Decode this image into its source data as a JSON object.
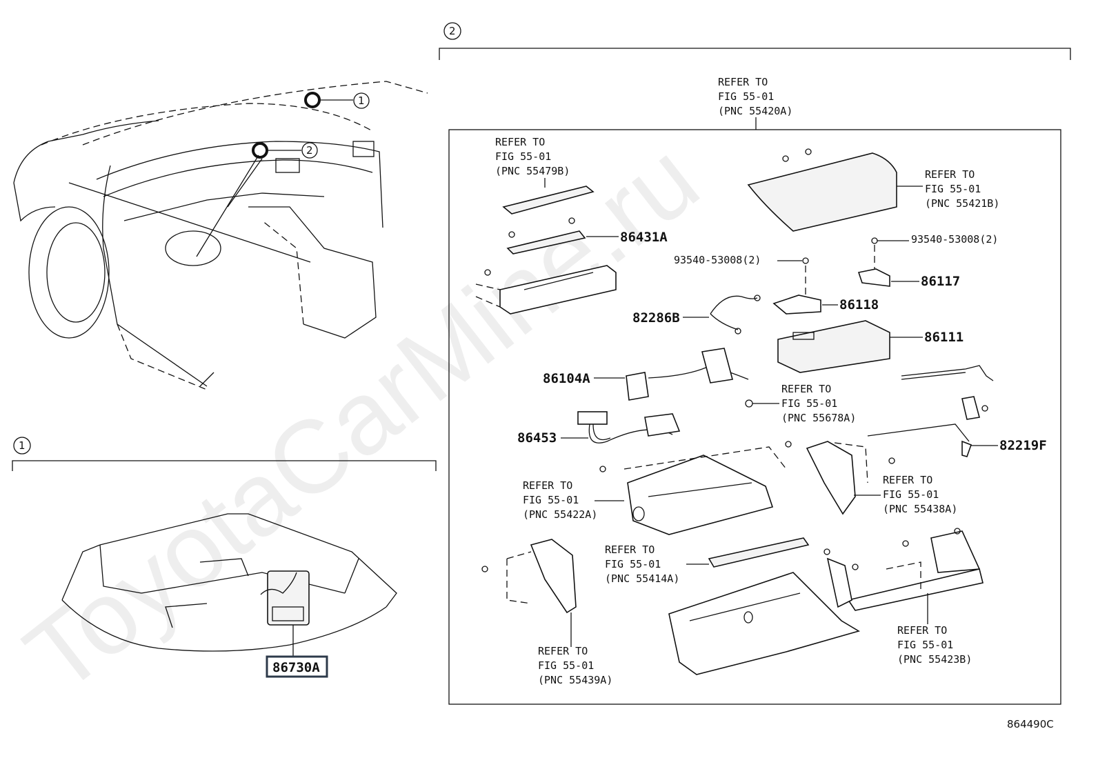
{
  "watermark": "ToyotaCarMine.ru",
  "figure_id": "864490C",
  "callouts": {
    "one": "1",
    "two": "2"
  },
  "section_headers": {
    "detail_one": "1",
    "detail_two": "2"
  },
  "parts": {
    "p86730A": "86730A",
    "p86431A": "86431A",
    "p86117": "86117",
    "p86118": "86118",
    "p82286B": "82286B",
    "p86111": "86111",
    "p86104A": "86104A",
    "p86453": "86453",
    "p82219F": "82219F",
    "screw_a": "93540-53008(2)",
    "screw_b": "93540-53008(2)"
  },
  "refs": [
    {
      "l1": "REFER TO",
      "l2": "FIG 55-01",
      "l3": "(PNC 55420A)"
    },
    {
      "l1": "REFER TO",
      "l2": "FIG 55-01",
      "l3": "(PNC 55479B)"
    },
    {
      "l1": "REFER TO",
      "l2": "FIG 55-01",
      "l3": "(PNC 55421B)"
    },
    {
      "l1": "REFER TO",
      "l2": "FIG 55-01",
      "l3": "(PNC 55678A)"
    },
    {
      "l1": "REFER TO",
      "l2": "FIG 55-01",
      "l3": "(PNC 55422A)"
    },
    {
      "l1": "REFER TO",
      "l2": "FIG 55-01",
      "l3": "(PNC 55438A)"
    },
    {
      "l1": "REFER TO",
      "l2": "FIG 55-01",
      "l3": "(PNC 55414A)"
    },
    {
      "l1": "REFER TO",
      "l2": "FIG 55-01",
      "l3": "(PNC 55439A)"
    },
    {
      "l1": "REFER TO",
      "l2": "FIG 55-01",
      "l3": "(PNC 55423B)"
    }
  ]
}
